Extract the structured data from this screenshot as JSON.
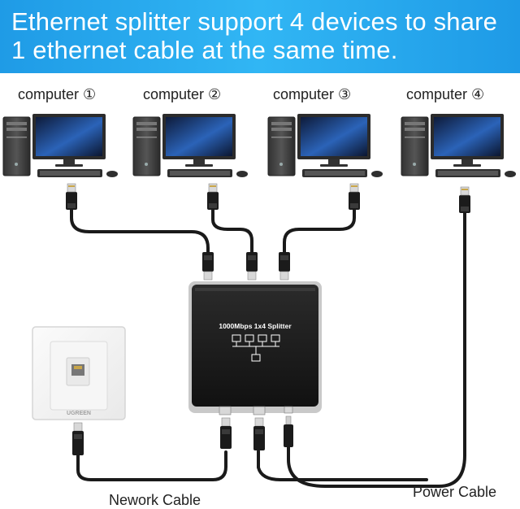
{
  "banner": {
    "line1": "Ethernet splitter support 4 devices to share",
    "line2": "1 ethernet cable at the same time."
  },
  "computers": [
    {
      "label": "computer ①"
    },
    {
      "label": "computer ②"
    },
    {
      "label": "computer ③"
    },
    {
      "label": "computer ④"
    }
  ],
  "splitter": {
    "title": "1000Mbps 1x4 Splitter"
  },
  "wall_plate": {
    "brand": "UGREEN"
  },
  "cables": {
    "network": "Nework Cable",
    "power": "Power Cable"
  },
  "colors": {
    "banner": "#2aa8ee",
    "splitter_body": "#1c1c1c",
    "cable": "#1a1a1a",
    "monitor_screen": "#1e3a6e"
  }
}
